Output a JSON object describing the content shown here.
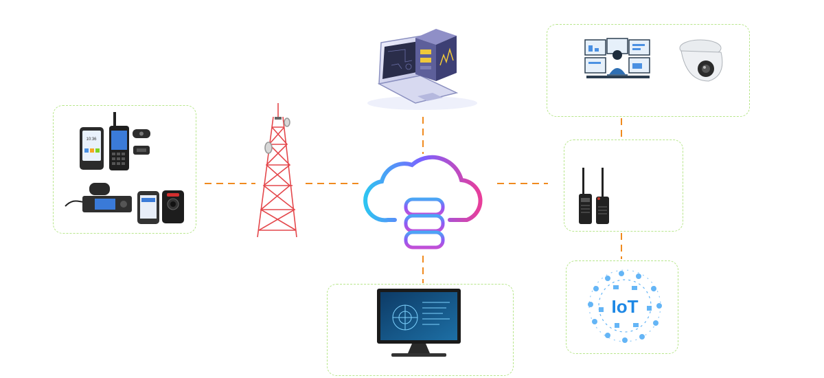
{
  "diagram": {
    "accent_colors": {
      "connector": "#f08a1e",
      "group_border": "#b7e68a",
      "cloud_gradient_start": "#2ec4f1",
      "cloud_gradient_mid": "#7b61ff",
      "cloud_gradient_end": "#e83e9a",
      "tower": "#e4474b",
      "iot_blue": "#1e88e5"
    },
    "nodes": [
      {
        "id": "terminal-devices",
        "icon": "handheld-terminals-and-mobile-radio"
      },
      {
        "id": "cell-tower",
        "icon": "communication-tower"
      },
      {
        "id": "cloud-core",
        "icon": "cloud-database"
      },
      {
        "id": "laptop-server",
        "icon": "laptop-and-server"
      },
      {
        "id": "dispatch-monitoring",
        "icon": "dispatch-operator-and-dome-camera"
      },
      {
        "id": "walkie-talkies",
        "icon": "two-way-radios"
      },
      {
        "id": "iot",
        "icon": "iot-cluster"
      },
      {
        "id": "desktop-monitor",
        "icon": "dispatch-console-monitor"
      }
    ],
    "iot_label": "IoT"
  }
}
